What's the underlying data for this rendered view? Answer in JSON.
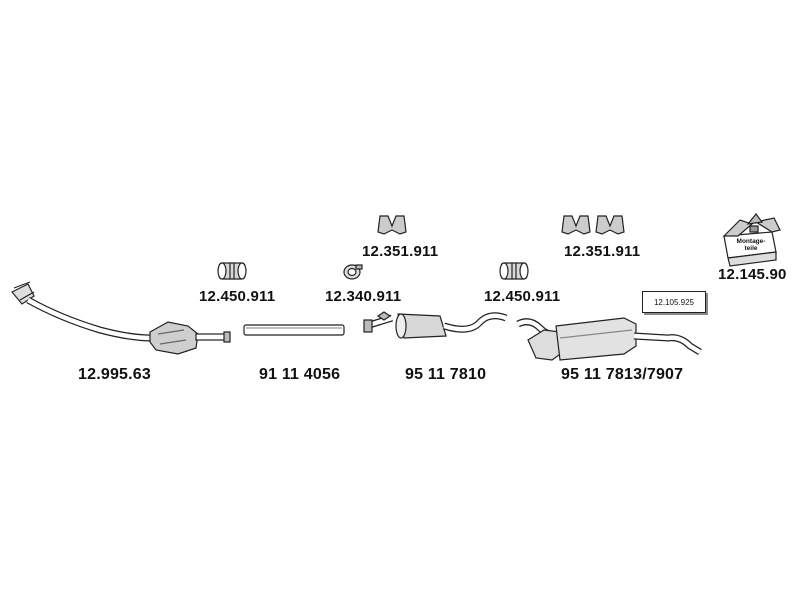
{
  "diagram": {
    "parts": [
      {
        "id": "catalytic-converter-front-pipe",
        "number": "12.995.63"
      },
      {
        "id": "clamp-left",
        "number": "12.450.911"
      },
      {
        "id": "intermediate-pipe",
        "number": "91 11 4056"
      },
      {
        "id": "clamp-ring",
        "number": "12.340.911"
      },
      {
        "id": "hanger-center",
        "number": "12.351.911"
      },
      {
        "id": "center-silencer",
        "number": "95 11 7810"
      },
      {
        "id": "clamp-right",
        "number": "12.450.911"
      },
      {
        "id": "hanger-pair-right",
        "number": "12.351.911"
      },
      {
        "id": "rear-silencer",
        "number": "95 11 7813/7907"
      },
      {
        "id": "assembly-kit",
        "number": "12.145.90"
      }
    ],
    "kit_label": "12.105.925",
    "montage_label_line1": "Montage-",
    "montage_label_line2": "teile"
  }
}
